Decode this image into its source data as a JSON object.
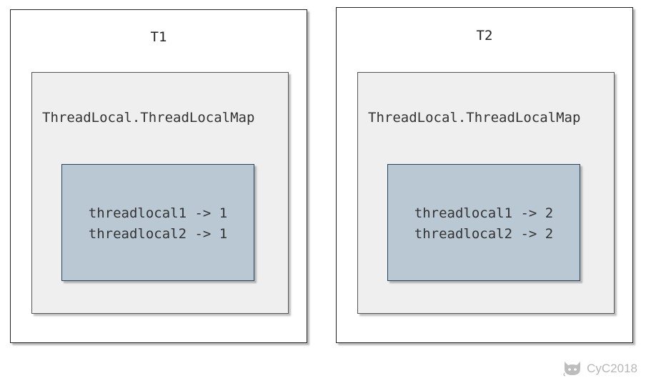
{
  "threads": [
    {
      "title": "T1",
      "map_label": "ThreadLocal.ThreadLocalMap",
      "entries": [
        "threadlocal1 -> 1",
        "threadlocal2 -> 1"
      ]
    },
    {
      "title": "T2",
      "map_label": "ThreadLocal.ThreadLocalMap",
      "entries": [
        "threadlocal1 -> 2",
        "threadlocal2 -> 2"
      ]
    }
  ],
  "watermark": {
    "icon": "github-octocat-icon",
    "text": "CyC2018"
  },
  "colors": {
    "thread_fill": "#ffffff",
    "map_fill": "#efefef",
    "entry_fill": "#bac8d3",
    "entry_border": "#23445d"
  }
}
